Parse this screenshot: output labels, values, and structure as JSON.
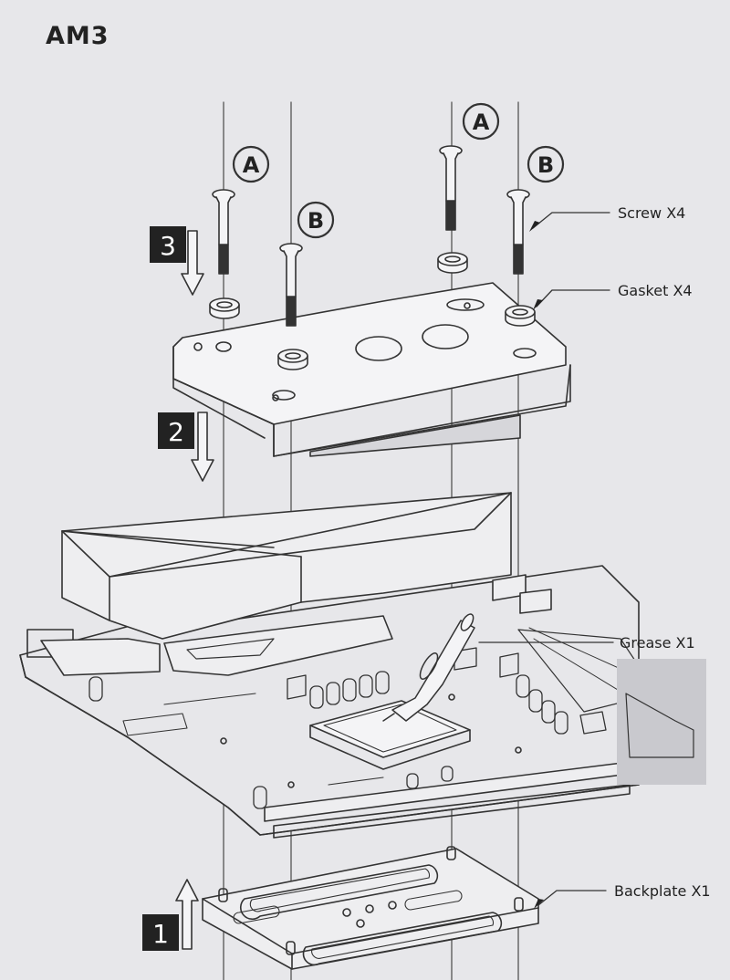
{
  "title": "AM3",
  "markers": {
    "a": "A",
    "b": "B"
  },
  "steps": [
    "1",
    "2",
    "3"
  ],
  "labels": {
    "screw": "Screw X4",
    "gasket": "Gasket X4",
    "grease": "Grease X1",
    "backplate": "Backplate X1"
  }
}
